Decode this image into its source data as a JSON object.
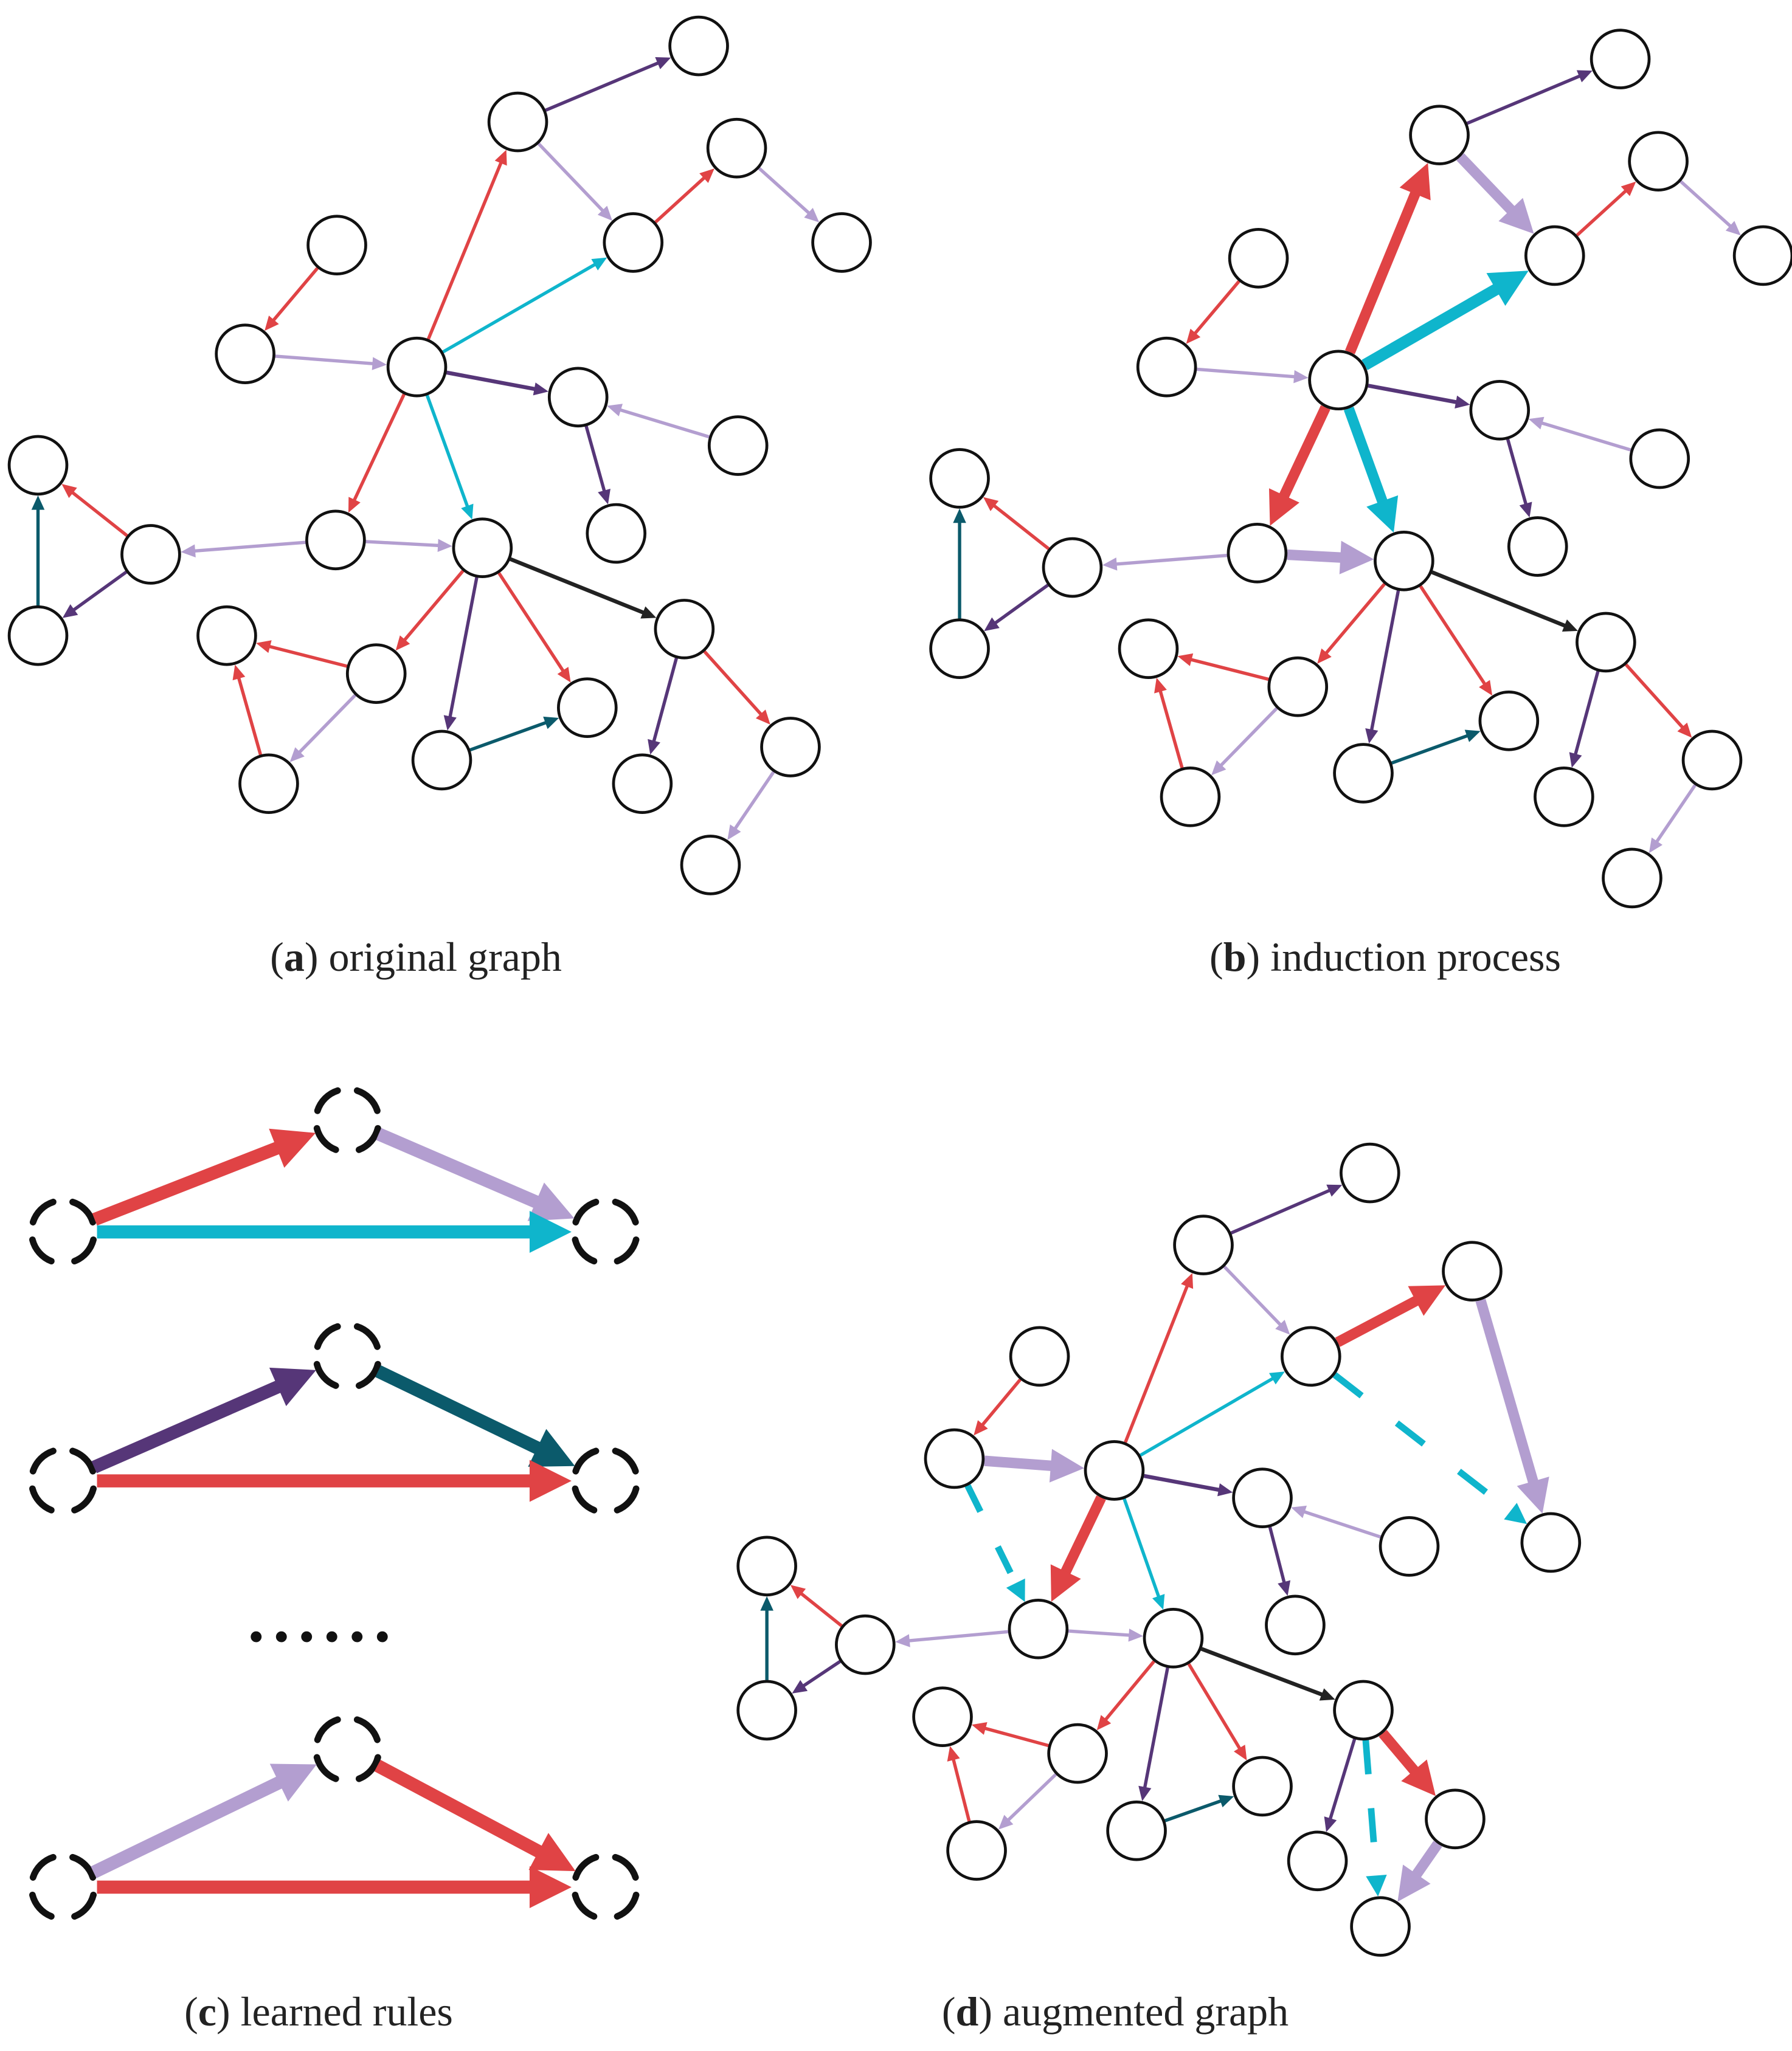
{
  "captions": {
    "a": {
      "letter": "a",
      "text": "original graph"
    },
    "b": {
      "letter": "b",
      "text": "induction process"
    },
    "c": {
      "letter": "c",
      "text": "learned rules"
    },
    "d": {
      "letter": "d",
      "text": "augmented graph"
    }
  },
  "ellipsis": "......",
  "colors": {
    "red": "#e04345",
    "cyan": "#0fb5cc",
    "lilac": "#b39ed0",
    "purple": "#563678",
    "teal": "#0b5a6b",
    "black": "#222222"
  }
}
